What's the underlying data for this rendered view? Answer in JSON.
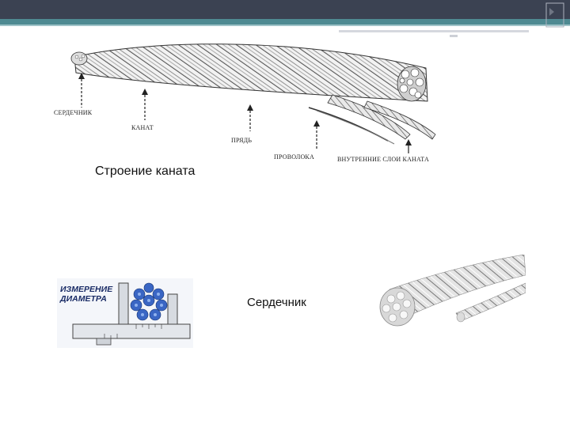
{
  "slide": {
    "rope_labels": {
      "core": "СЕРДЕЧНИК",
      "rope": "КАНАТ",
      "strand": "ПРЯДЬ",
      "wire": "ПРОВОЛОКА",
      "inner_layers": "ВНУТРЕННИЕ СЛОИ КАНАТА"
    },
    "caption_structure": "Строение каната",
    "caption_core": "Сердечник",
    "measure_title": "ИЗМЕРЕНИЕ\nДИАМЕТРА"
  },
  "colors": {
    "top_bar": "#3b4252",
    "accent_teal": "#4f8a92",
    "measure_title": "#1a2c66",
    "strand_blue": "#3a66c4"
  },
  "icons": [
    "arrow-up-icon"
  ]
}
